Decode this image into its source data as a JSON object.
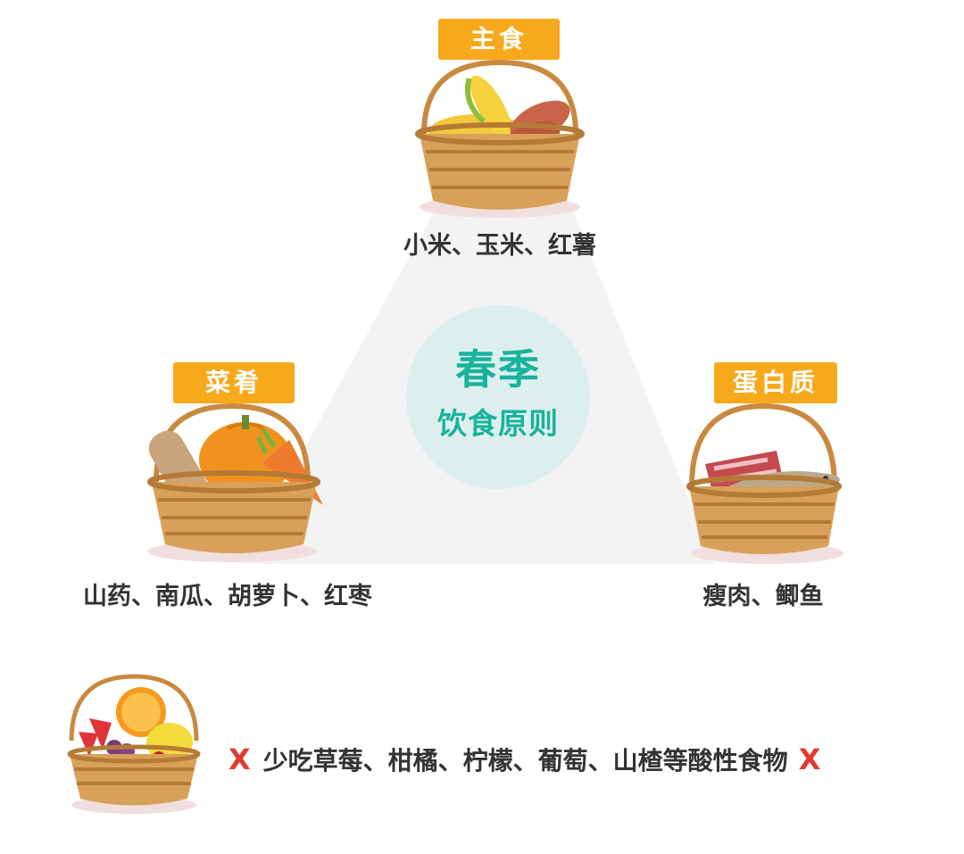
{
  "center": {
    "title": "春季",
    "subtitle": "饮食原则"
  },
  "groups": {
    "staple": {
      "tag": "主食",
      "foods": "小米、玉米、红薯"
    },
    "vegetable": {
      "tag": "菜肴",
      "foods": "山药、南瓜、胡萝卜、红枣"
    },
    "protein": {
      "tag": "蛋白质",
      "foods": "瘦肉、鲫鱼"
    }
  },
  "notice": {
    "mark_left": "X",
    "text": "少吃草莓、柑橘、柠檬、葡萄、山楂等酸性食物",
    "mark_right": "X"
  },
  "colors": {
    "tag": "#f7a81b",
    "accent": "#19b39a",
    "circle": "#dcefee",
    "triangle": "#f3f3f3",
    "cross": "#e23b2e"
  },
  "icons": [
    "grain-basket-icon",
    "vegetable-basket-icon",
    "protein-basket-icon",
    "fruit-basket-icon"
  ]
}
